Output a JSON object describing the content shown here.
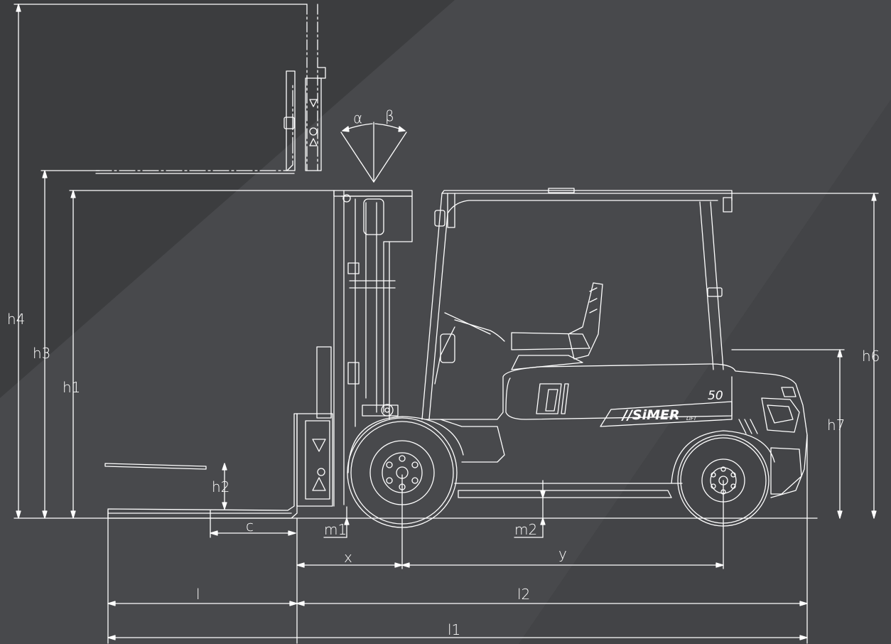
{
  "labels": {
    "h4": "h4",
    "h3": "h3",
    "h1": "h1",
    "h2": "h2",
    "h6": "h6",
    "h7": "h7",
    "c": "c",
    "m1": "m1",
    "m2": "m2",
    "x": "x",
    "y": "y",
    "l": "l",
    "l2": "l2",
    "l1": "l1",
    "alpha": "α",
    "beta": "β"
  },
  "truck": {
    "model": "50",
    "brand": "//SiMER",
    "brand_suffix": "LIFT"
  },
  "colors": {
    "background": "#3c3d3f",
    "band": "#4a4b4e",
    "line": "#ffffff"
  }
}
